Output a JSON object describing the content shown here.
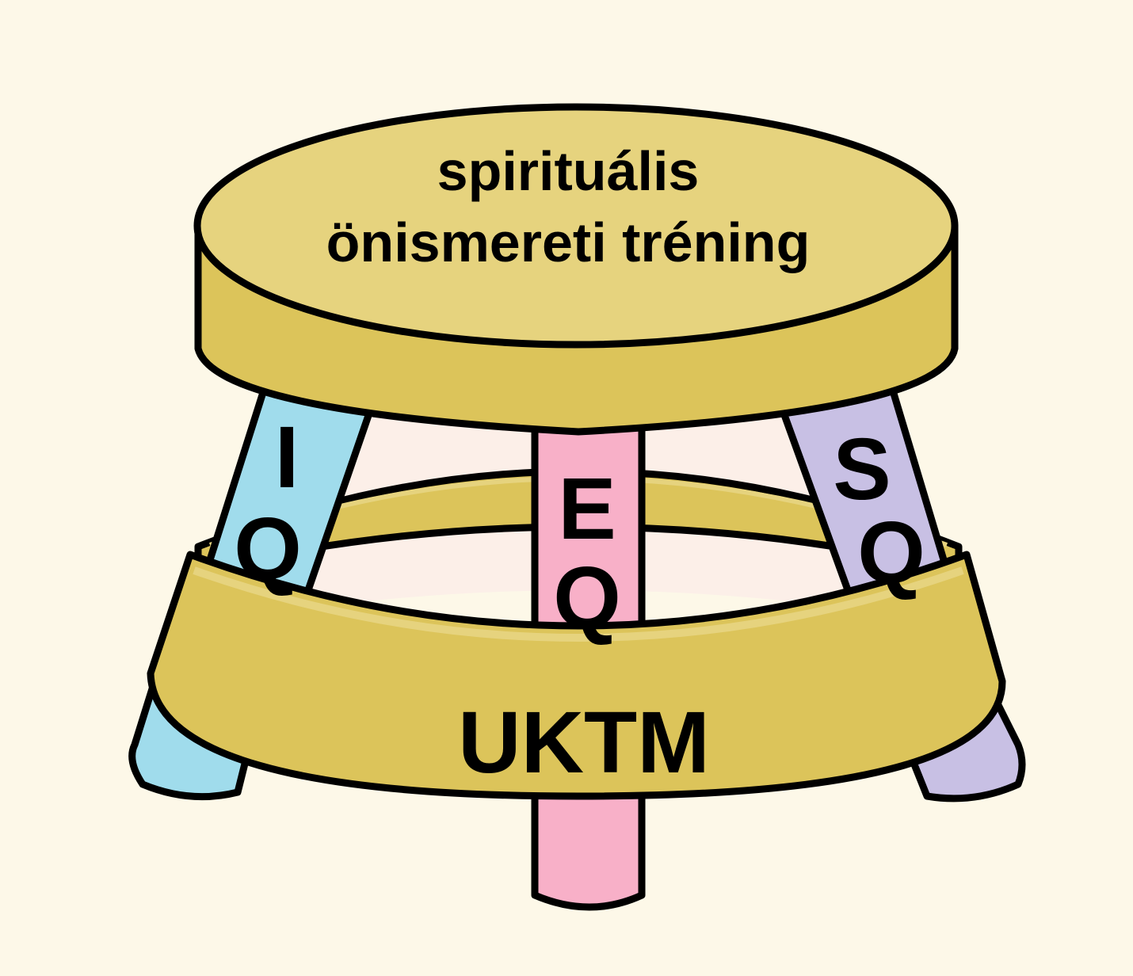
{
  "seat": {
    "line1": "spirituális",
    "line2": "önismereti tréning"
  },
  "legs": [
    {
      "id": "iq",
      "letter1": "I",
      "letter2": "Q",
      "color": "#a0dcec"
    },
    {
      "id": "eq",
      "letter1": "E",
      "letter2": "Q",
      "color": "#f8b0c8"
    },
    {
      "id": "sq",
      "letter1": "S",
      "letter2": "Q",
      "color": "#c8c0e4"
    }
  ],
  "ring": {
    "label": "UKTM"
  },
  "colors": {
    "background": "#fdf8e8",
    "wood_top": "#e6d37e",
    "wood_side": "#dcc45a",
    "inner": "#fcefe8",
    "outline": "#000000"
  }
}
